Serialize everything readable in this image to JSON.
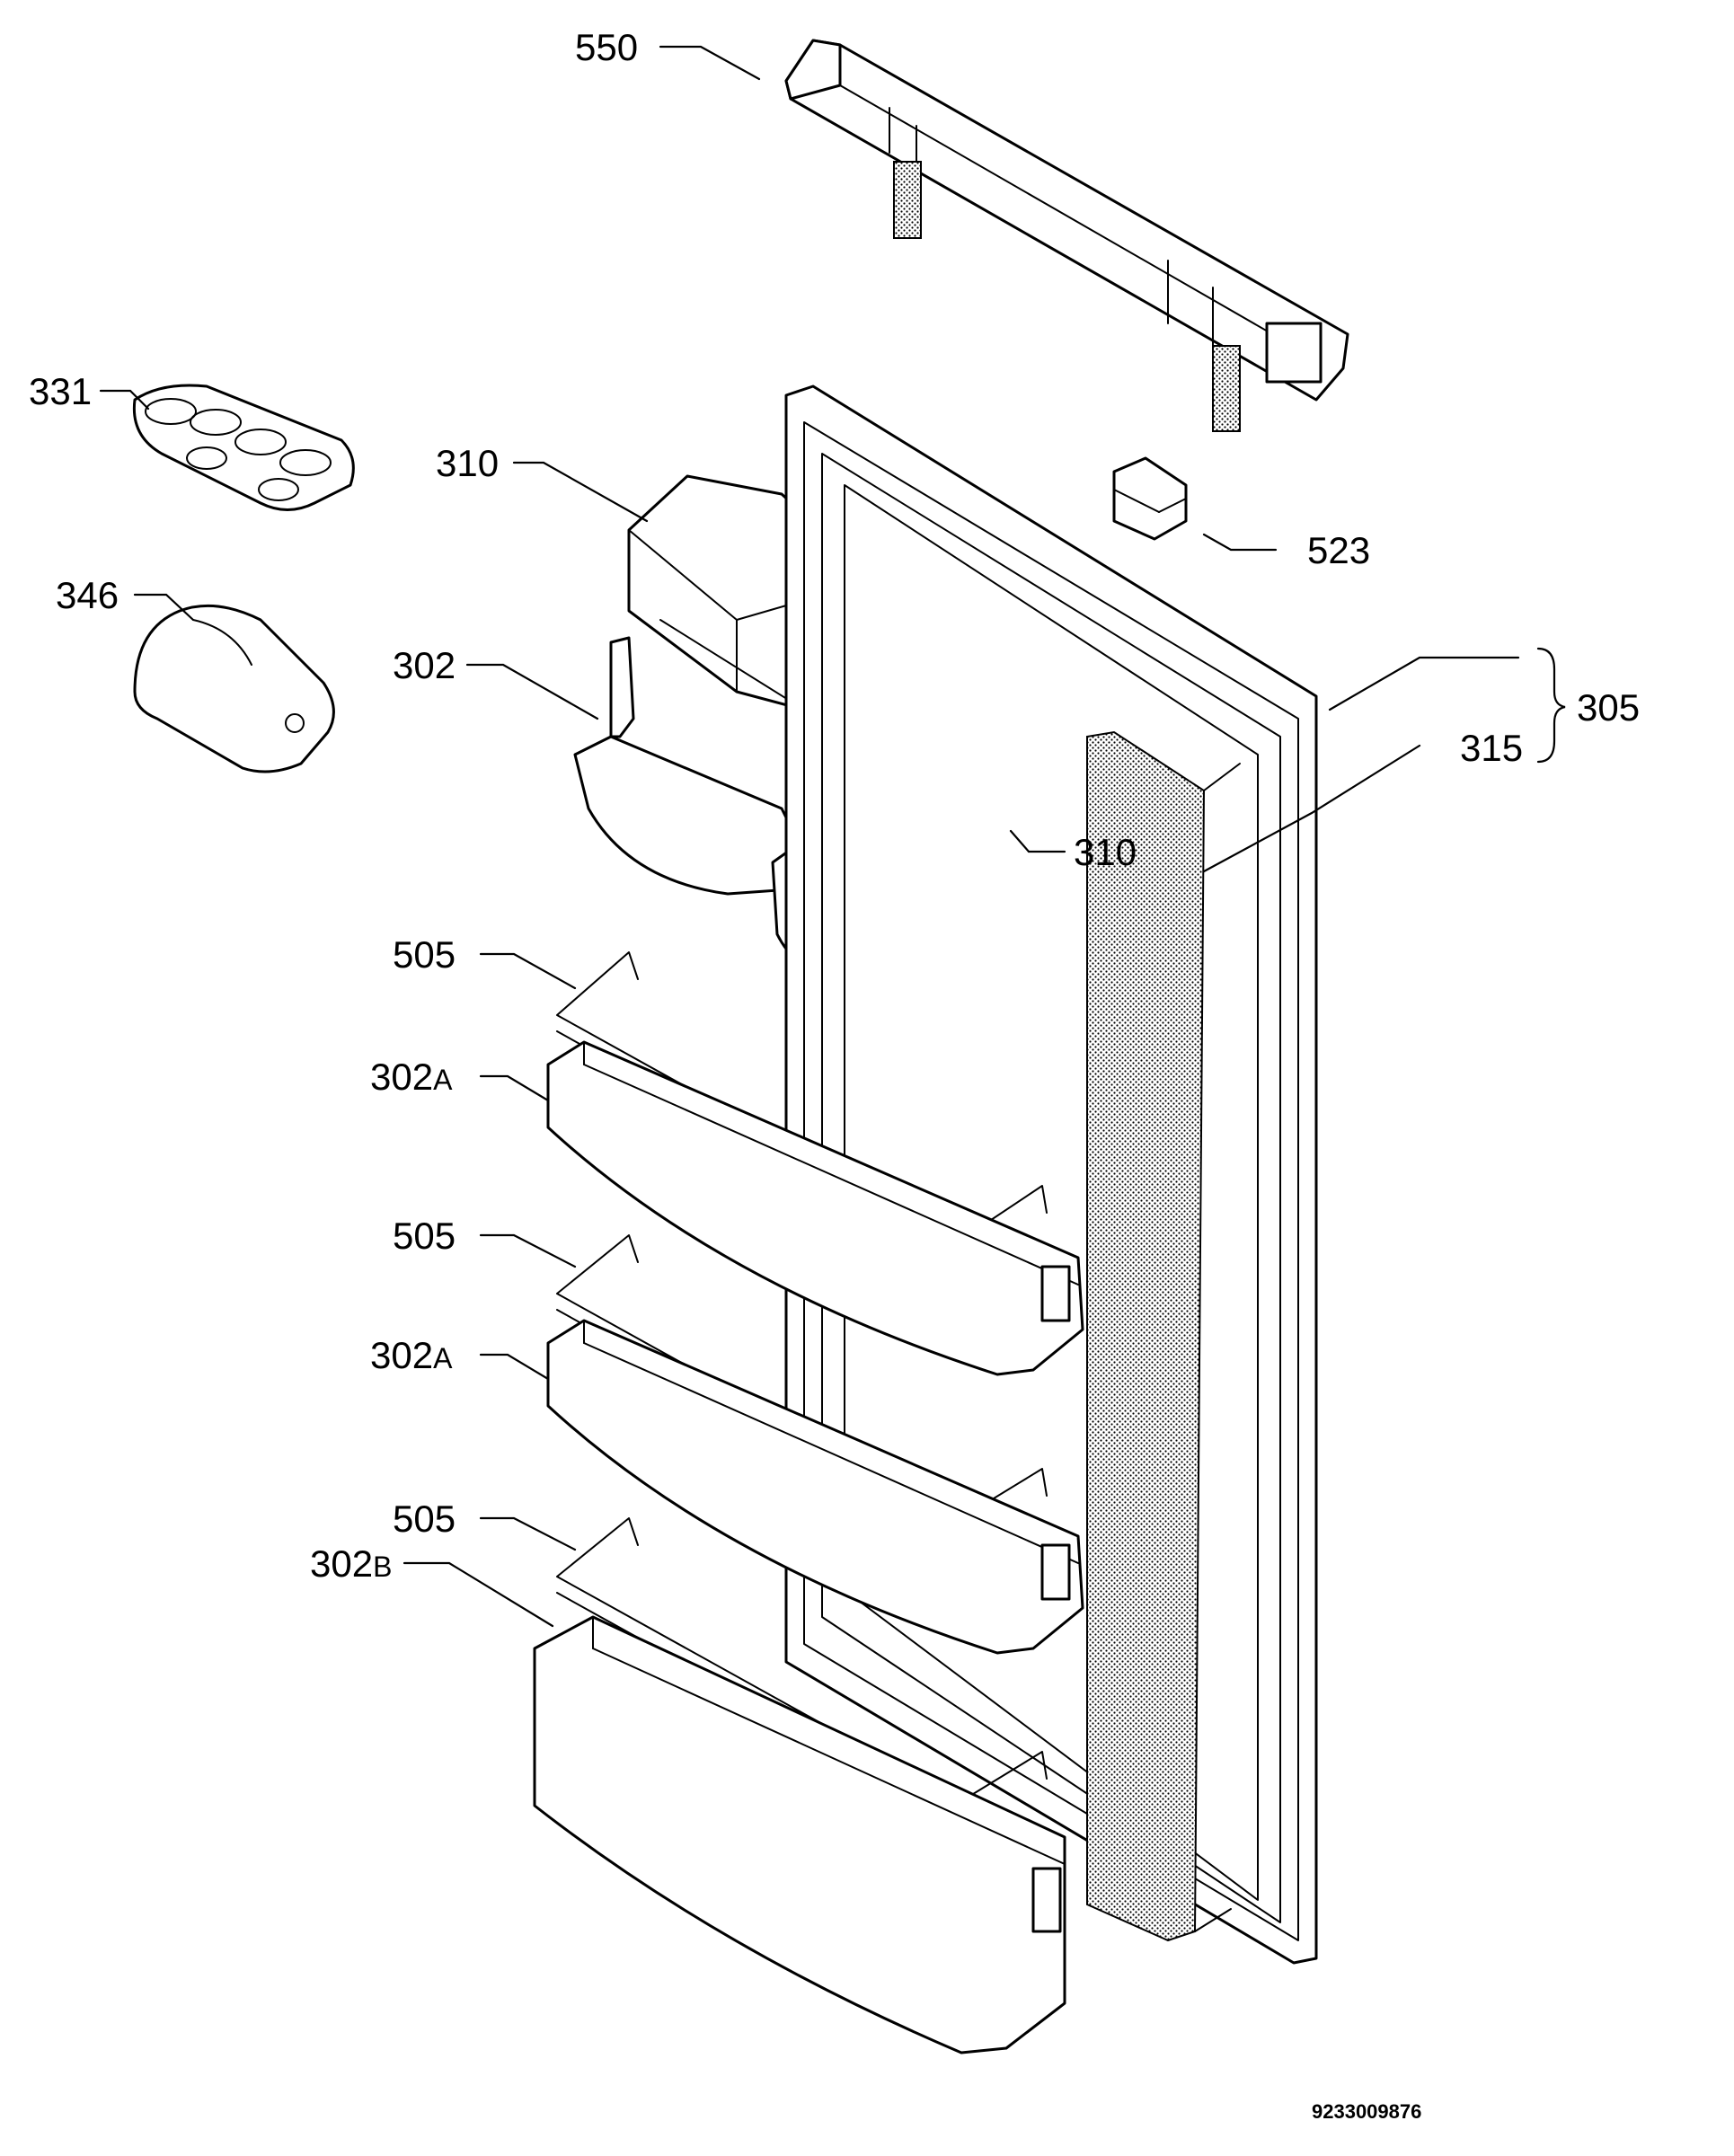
{
  "document_number": "9233009876",
  "callouts": {
    "c550": "550",
    "c331": "331",
    "c310_top": "310",
    "c346": "346",
    "c302": "302",
    "c523": "523",
    "c305": "305",
    "c315": "315",
    "c310_bottom": "310",
    "c505_1": "505",
    "c302a_1": "302",
    "c302a_1_suffix": "A",
    "c505_2": "505",
    "c302a_2": "302",
    "c302a_2_suffix": "A",
    "c505_3": "505",
    "c302b": "302",
    "c302b_suffix": "B"
  },
  "colors": {
    "ink": "#000000",
    "paper": "#ffffff"
  }
}
